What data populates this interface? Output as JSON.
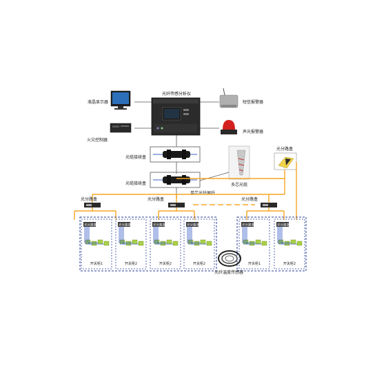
{
  "title": "光纤传感分析仪",
  "left_devices": {
    "monitor": "液晶显示器",
    "fire_controller": "火灾控制器"
  },
  "right_devices": {
    "sms_alarm": "短信报警器",
    "sound_light_alarm": "声光报警器"
  },
  "connectors": {
    "first": "光缆接续盒",
    "second": "光缆接续盒"
  },
  "multicore": {
    "cable_label": "单芯光纤屏纤",
    "device": "多芯光缆"
  },
  "remote_splitter": "光分路盒",
  "splitters": [
    "光分路盒",
    "光分路盒",
    "光分路盒"
  ],
  "inner_splitter": "光分路盒",
  "sensor_label": "光纤温度传感器",
  "cabinets": [
    "开关柜1",
    "开关柜2",
    "开关柜2",
    "开关柜2",
    "开关柜1",
    "开关柜2"
  ],
  "colors": {
    "orange_line": "#f5a623",
    "blue_line": "#3a5fc8",
    "dash_border": "#2a3e9a",
    "green_block": "#a9d046",
    "grey_line": "#555555"
  }
}
